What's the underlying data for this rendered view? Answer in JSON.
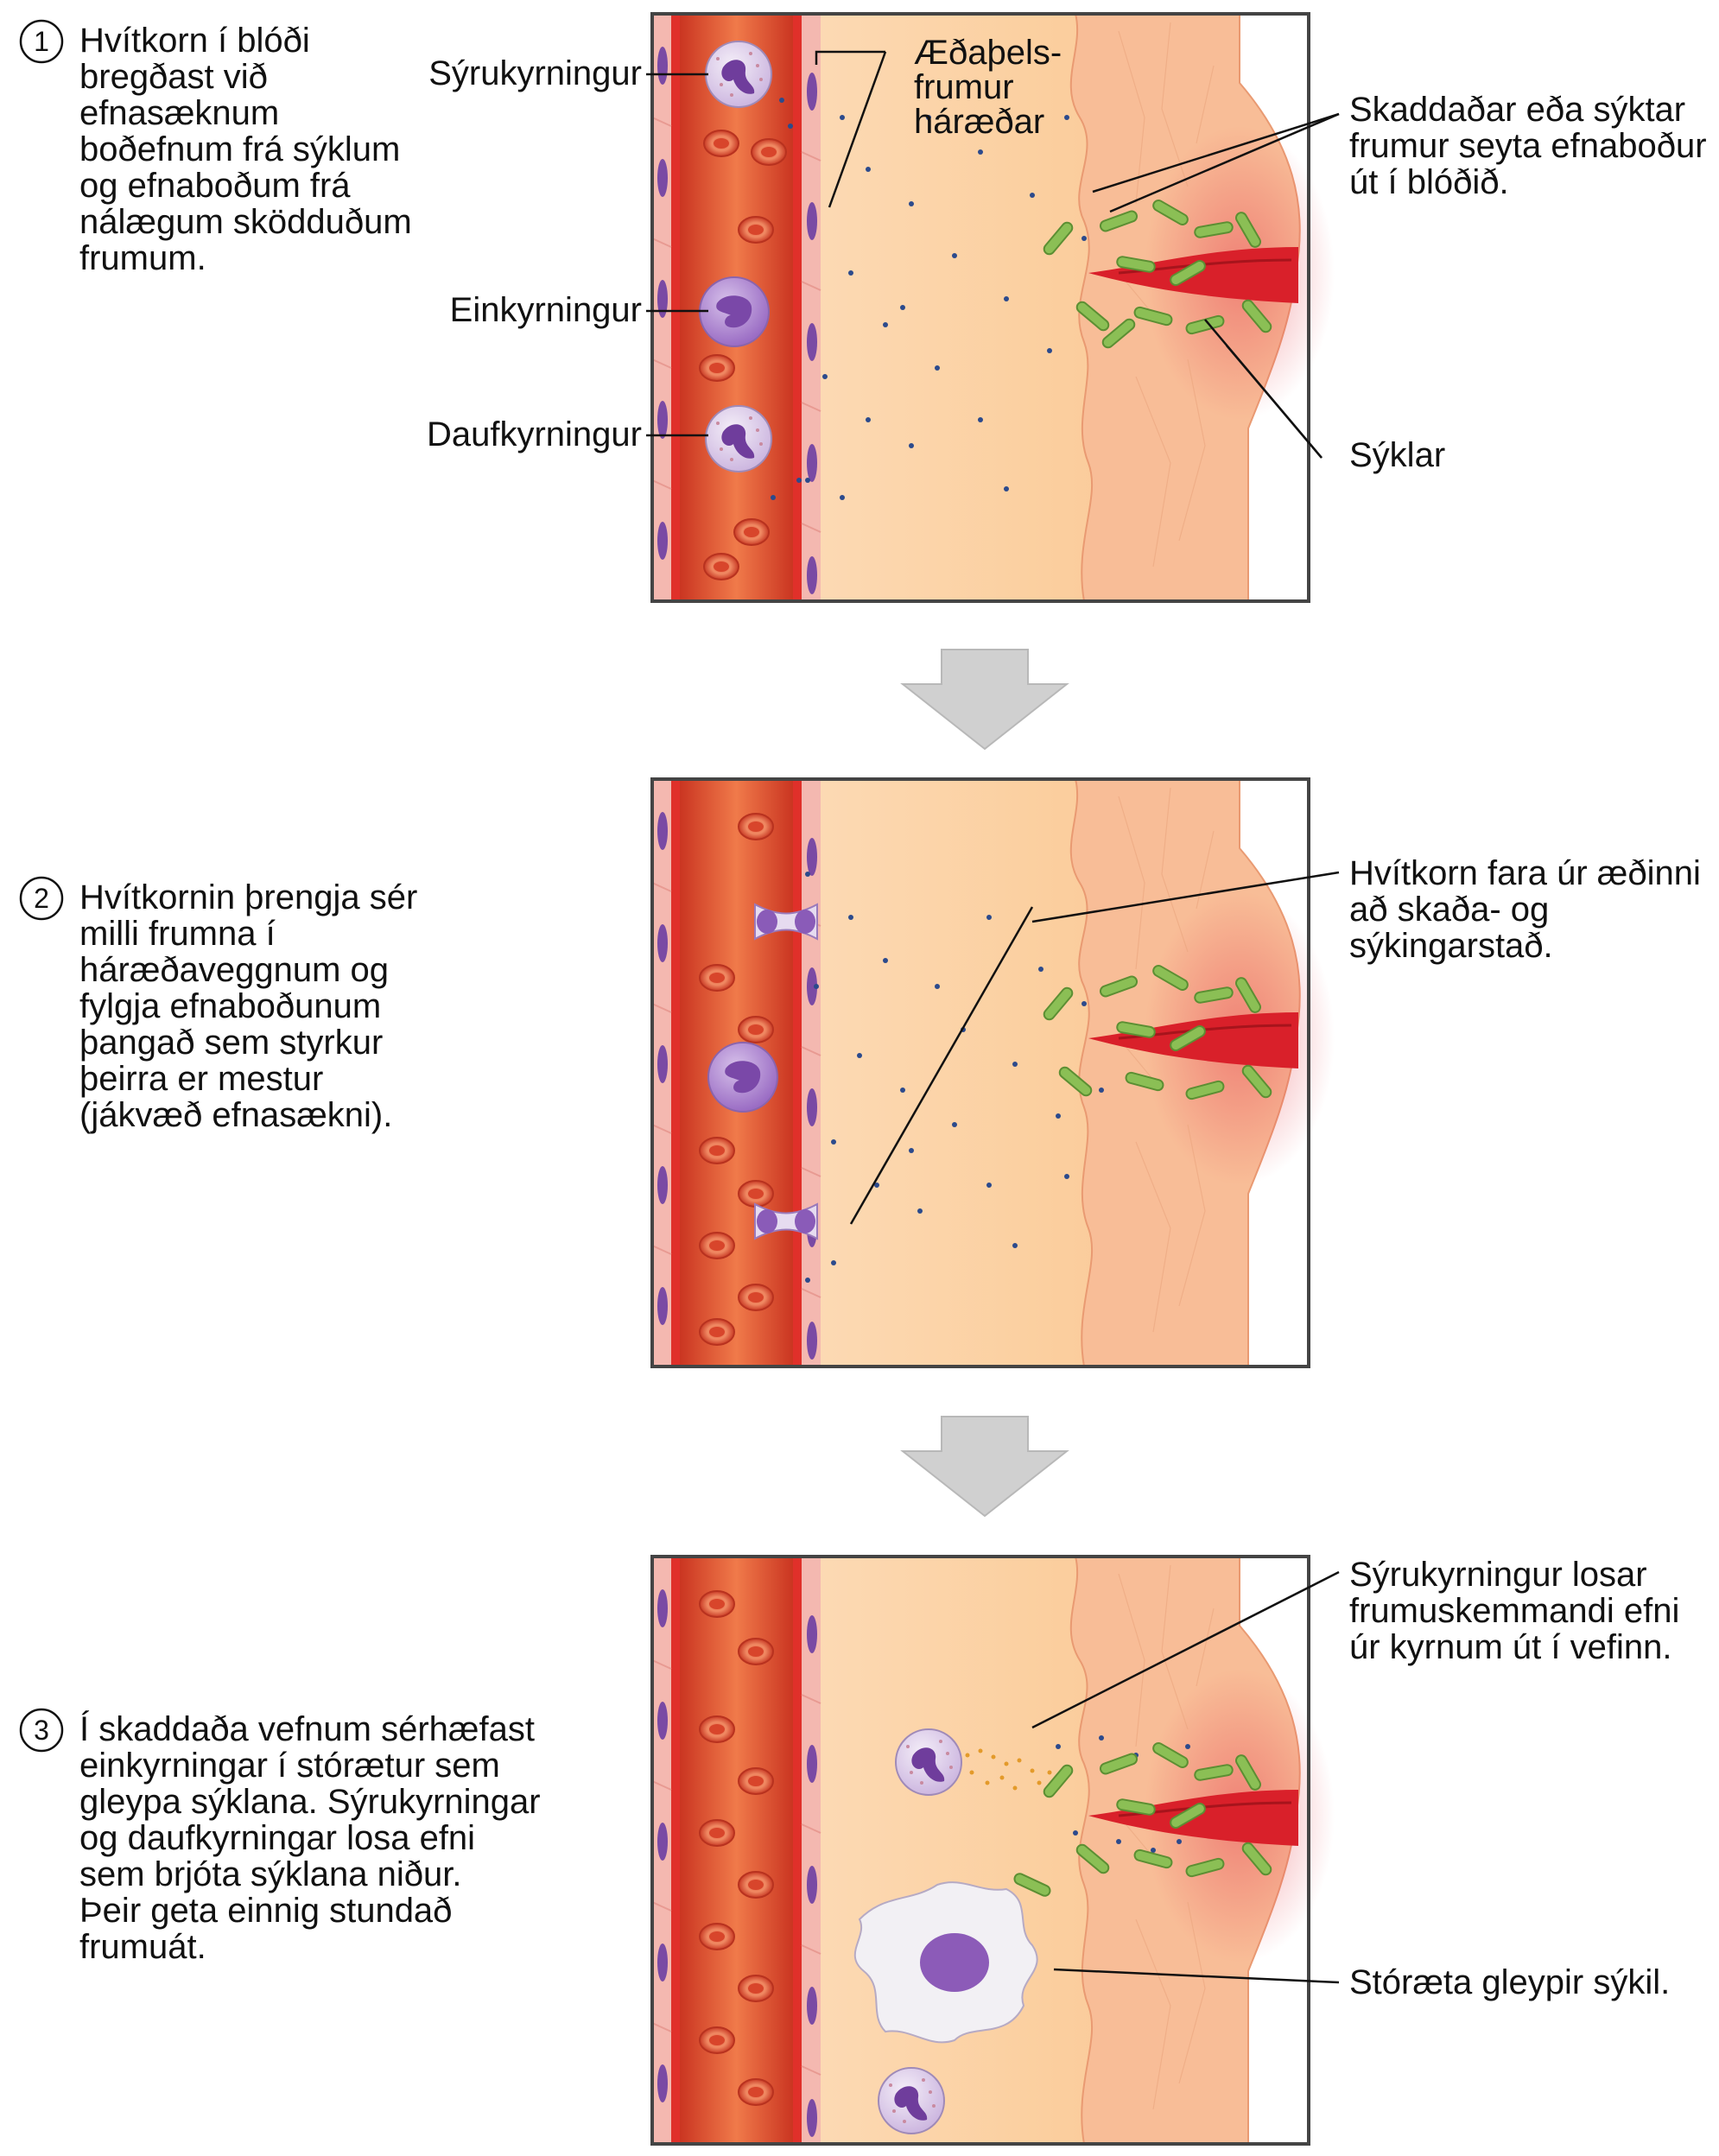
{
  "steps": [
    {
      "number": "1",
      "text_lines": [
        "Hvítkorn í blóði",
        "bregðast við",
        "efnasæknum",
        "boðefnum frá sýklum",
        "og efnaboðum frá",
        "nálægum sködduðum",
        "frumum."
      ]
    },
    {
      "number": "2",
      "text_lines": [
        "Hvítkornin þrengja sér",
        "milli frumna í",
        "háræðaveggnum og",
        "fylgja efnaboðunum",
        "þangað sem styrkur",
        "þeirra er mestur",
        "(jákvæð efnasækni)."
      ]
    },
    {
      "number": "3",
      "text_lines": [
        "Í skaddaða vefnum sérhæfast",
        "einkyrningar í stórætur sem",
        "gleypa sýklana. Sýrukyrningar",
        "og daufkyrningar losa efni",
        "sem brjóta sýklana niður.",
        "Þeir geta einnig stundað",
        "frumuát."
      ]
    }
  ],
  "labels": {
    "eosinophil": "Sýrukyrningur",
    "monocyte": "Einkyrningur",
    "neutrophil": "Daufkyrningur",
    "endothelial": [
      "Æðaþels-",
      "frumur",
      "háræðar"
    ],
    "damaged_cells": [
      "Skaddaðar eða sýktar",
      "frumur seyta efnaboður",
      "út í blóðið."
    ],
    "bacteria": "Sýklar",
    "leave_vessel": [
      "Hvítkorn fara úr æðinni",
      "að skaða- og",
      "sýkingarstað."
    ],
    "eos_release": [
      "Sýrukyrningur losar",
      "frumuskemmandi efni",
      "úr kyrnum út í vefinn."
    ],
    "macrophage": "Stóræta gleypir sýkil."
  },
  "colors": {
    "vessel": "#e8542e",
    "tissue": "#fbd2a8",
    "skin": "#f7b48e",
    "wound": "#d9202a",
    "bacteria": "#8bbf55",
    "wbc": "#8c5bb8",
    "signal_dot": "#2c4a8c",
    "arrow": "#d0d0d0"
  }
}
